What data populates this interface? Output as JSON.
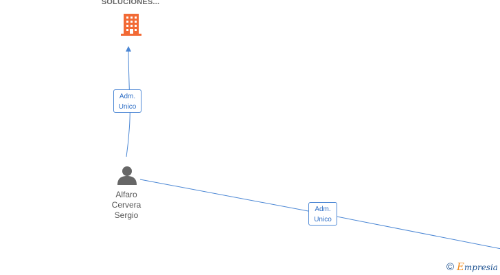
{
  "diagram": {
    "company": {
      "name": "SOLUCIONES...",
      "icon": "building-icon",
      "color": "#f26a35"
    },
    "person": {
      "name_lines": [
        "Alfaro",
        "Cervera",
        "Sergio"
      ],
      "icon": "person-icon",
      "color": "#666666"
    },
    "edges": [
      {
        "from": "person",
        "to": "company",
        "label_lines": [
          "Adm.",
          "Unico"
        ]
      },
      {
        "from": "person",
        "to": "offscreen",
        "label_lines": [
          "Adm.",
          "Unico"
        ]
      }
    ],
    "edge_color": "#4a86d4"
  },
  "watermark": {
    "copyright": "©",
    "brand_first": "E",
    "brand_rest": "mpresia"
  }
}
